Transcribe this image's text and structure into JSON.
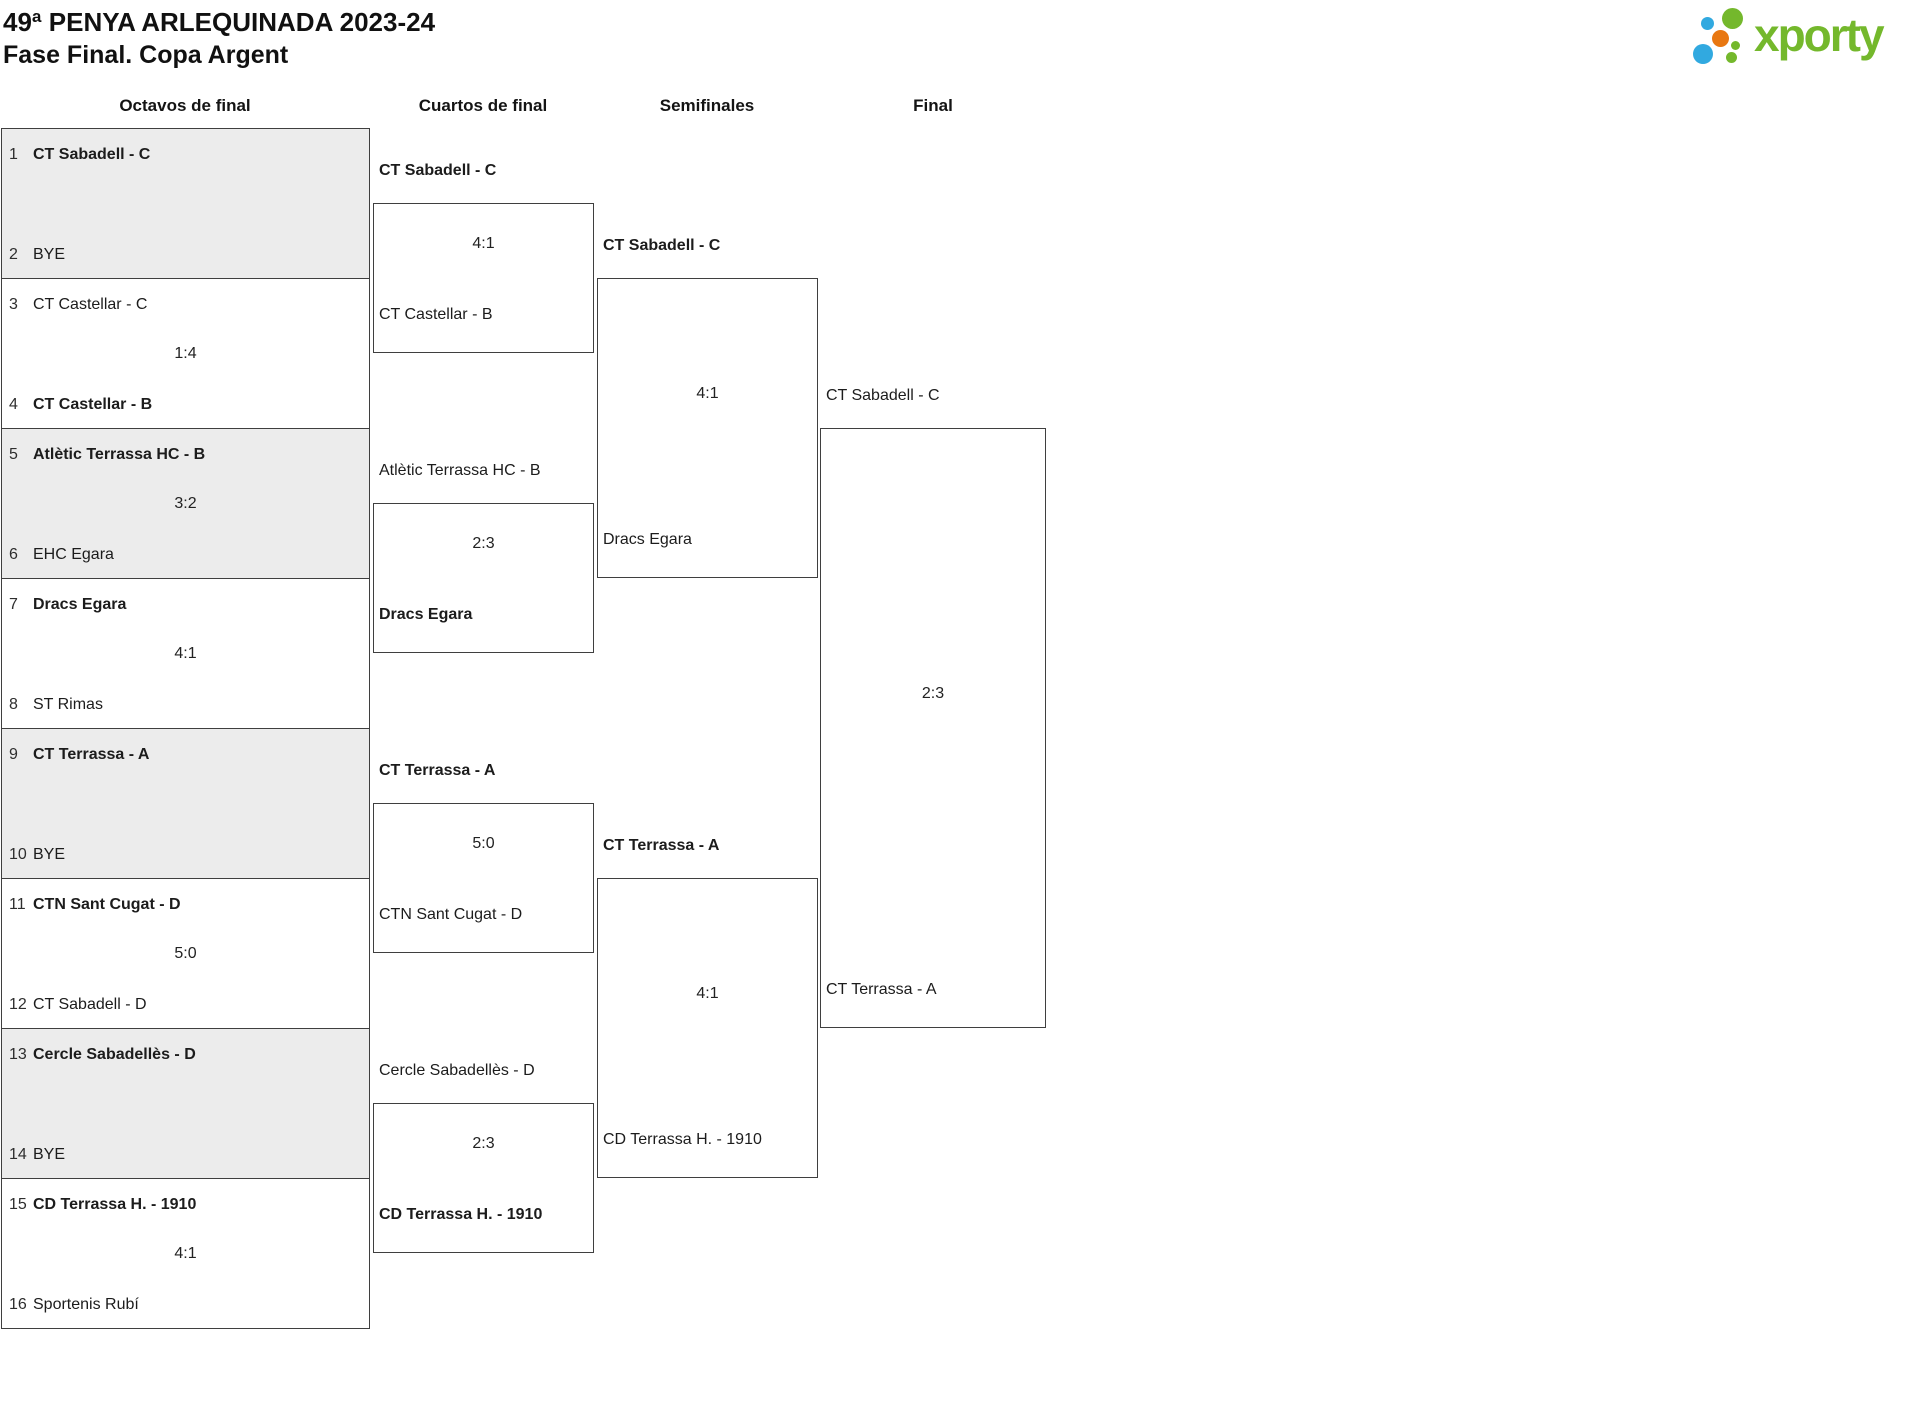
{
  "header": {
    "title": "49ª PENYA ARLEQUINADA 2023-24",
    "subtitle": "Fase Final. Copa Argent"
  },
  "logo": {
    "text": "xporty",
    "green": "#74b82c",
    "blue": "#31a9e0",
    "orange": "#e87711"
  },
  "columns": [
    {
      "label": "Octavos de final"
    },
    {
      "label": "Cuartos de final"
    },
    {
      "label": "Semifinales"
    },
    {
      "label": "Final"
    }
  ],
  "bracket": {
    "round16": [
      {
        "seed_top": "1",
        "name_top": "CT Sabadell - C",
        "top_winner": true,
        "seed_bottom": "2",
        "name_bottom": "BYE",
        "bottom_winner": false,
        "score": "",
        "shaded": true
      },
      {
        "seed_top": "3",
        "name_top": "CT Castellar - C",
        "top_winner": false,
        "seed_bottom": "4",
        "name_bottom": "CT Castellar - B",
        "bottom_winner": true,
        "score": "1:4",
        "shaded": false
      },
      {
        "seed_top": "5",
        "name_top": "Atlètic Terrassa HC - B",
        "top_winner": true,
        "seed_bottom": "6",
        "name_bottom": "EHC Egara",
        "bottom_winner": false,
        "score": "3:2",
        "shaded": true
      },
      {
        "seed_top": "7",
        "name_top": "Dracs Egara",
        "top_winner": true,
        "seed_bottom": "8",
        "name_bottom": "ST Rimas",
        "bottom_winner": false,
        "score": "4:1",
        "shaded": false
      },
      {
        "seed_top": "9",
        "name_top": "CT Terrassa - A",
        "top_winner": true,
        "seed_bottom": "10",
        "name_bottom": "BYE",
        "bottom_winner": false,
        "score": "",
        "shaded": true
      },
      {
        "seed_top": "11",
        "name_top": "CTN Sant Cugat - D",
        "top_winner": true,
        "seed_bottom": "12",
        "name_bottom": "CT Sabadell - D",
        "bottom_winner": false,
        "score": "5:0",
        "shaded": false
      },
      {
        "seed_top": "13",
        "name_top": "Cercle Sabadellès - D",
        "top_winner": true,
        "seed_bottom": "14",
        "name_bottom": "BYE",
        "bottom_winner": false,
        "score": "",
        "shaded": true
      },
      {
        "seed_top": "15",
        "name_top": "CD Terrassa H. - 1910",
        "top_winner": true,
        "seed_bottom": "16",
        "name_bottom": "Sportenis Rubí",
        "bottom_winner": false,
        "score": "4:1",
        "shaded": false
      }
    ],
    "quarterfinals": [
      {
        "name_top": "CT Sabadell - C",
        "top_winner": true,
        "name_bottom": "CT Castellar - B",
        "bottom_winner": false,
        "score": "4:1"
      },
      {
        "name_top": "Atlètic Terrassa HC - B",
        "top_winner": false,
        "name_bottom": "Dracs Egara",
        "bottom_winner": true,
        "score": "2:3"
      },
      {
        "name_top": "CT Terrassa - A",
        "top_winner": true,
        "name_bottom": "CTN Sant Cugat - D",
        "bottom_winner": false,
        "score": "5:0"
      },
      {
        "name_top": "Cercle Sabadellès - D",
        "top_winner": false,
        "name_bottom": "CD Terrassa H. - 1910",
        "bottom_winner": true,
        "score": "2:3"
      }
    ],
    "semifinals": [
      {
        "name_top": "CT Sabadell - C",
        "top_winner": true,
        "name_bottom": "Dracs Egara",
        "bottom_winner": false,
        "score": "4:1"
      },
      {
        "name_top": "CT Terrassa - A",
        "top_winner": true,
        "name_bottom": "CD Terrassa H. - 1910",
        "bottom_winner": false,
        "score": "4:1"
      }
    ],
    "final": {
      "name_top": "CT Sabadell - C",
      "top_winner": false,
      "name_bottom": "CT Terrassa - A",
      "bottom_winner": false,
      "score": "2:3"
    }
  },
  "colors": {
    "shaded_row": "#ececec",
    "border": "#3f3f3f",
    "text": "#1c1c1c"
  }
}
